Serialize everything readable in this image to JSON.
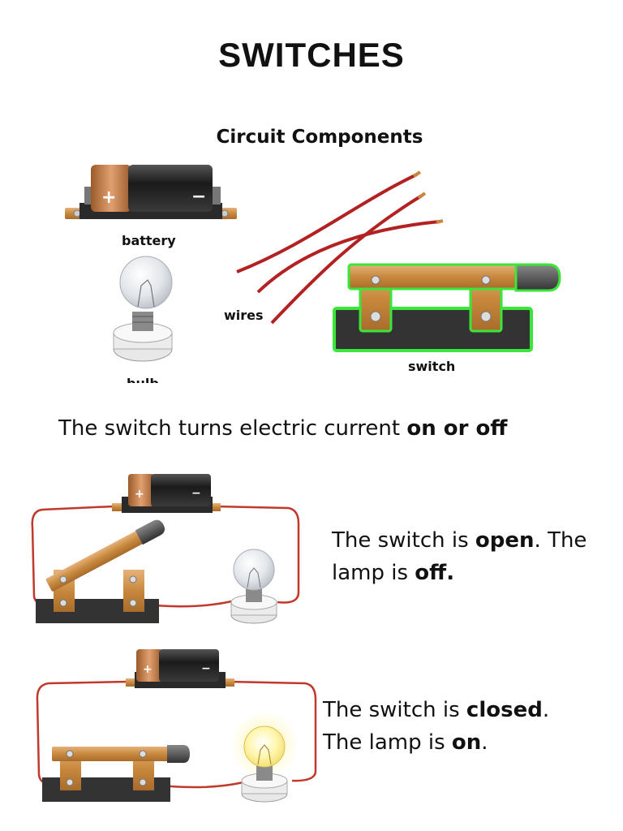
{
  "title": "SWITCHES",
  "components": {
    "heading": "Circuit Components",
    "battery_label": "battery",
    "wires_label": "wires",
    "switch_label": "switch",
    "bulb_label": "bulb"
  },
  "battery": {
    "plus": "+",
    "minus": "−"
  },
  "statement": {
    "text": "The switch turns electric current ",
    "bold": "on or off"
  },
  "open_state": {
    "line1_a": "The switch is ",
    "line1_b": "open",
    "line1_c": ". The",
    "line2_a": "lamp is ",
    "line2_b": "off."
  },
  "closed_state": {
    "line1_a": "The switch is ",
    "line1_b": "closed",
    "line1_c": ".",
    "line2_a": "The lamp is ",
    "line2_b": "on",
    "line2_c": "."
  },
  "colors": {
    "wire": "#c0392b",
    "copper": "#c8893e",
    "base": "#333333",
    "switch_glow": "#39e639",
    "bulb_glow": "#fff3a0"
  }
}
